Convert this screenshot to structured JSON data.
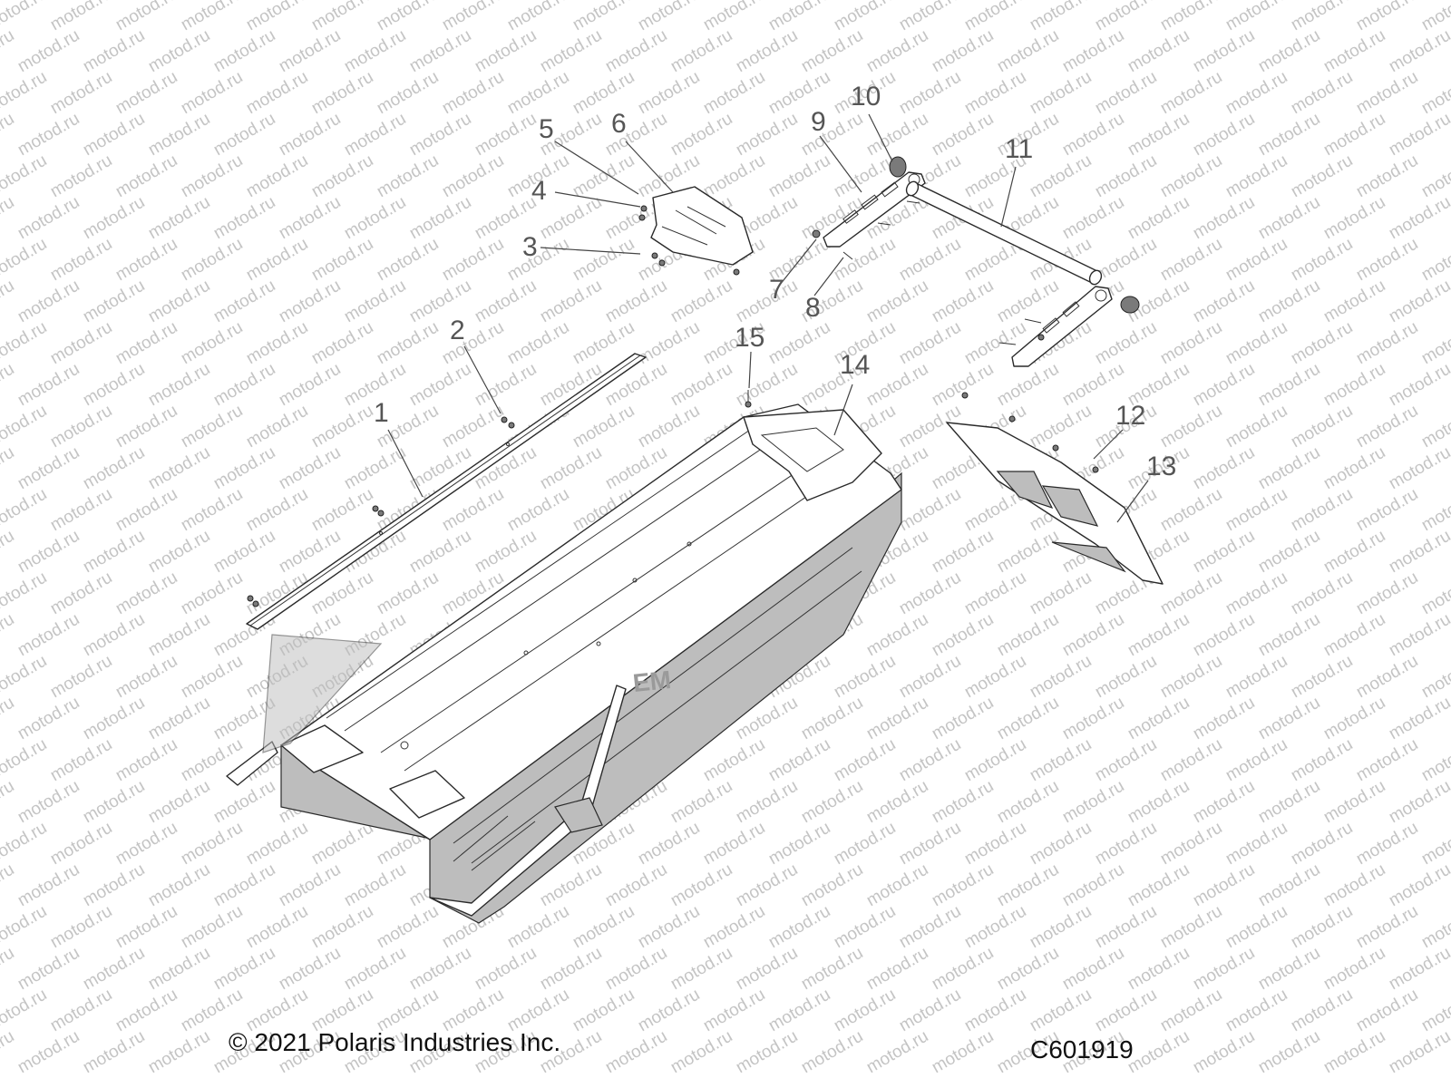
{
  "watermark": {
    "text": "motod.ru"
  },
  "diagram": {
    "callouts": [
      {
        "id": "c1",
        "label": "1"
      },
      {
        "id": "c2",
        "label": "2"
      },
      {
        "id": "c3",
        "label": "3"
      },
      {
        "id": "c4",
        "label": "4"
      },
      {
        "id": "c5",
        "label": "5"
      },
      {
        "id": "c6",
        "label": "6"
      },
      {
        "id": "c7",
        "label": "7"
      },
      {
        "id": "c8",
        "label": "8"
      },
      {
        "id": "c9",
        "label": "9"
      },
      {
        "id": "c10",
        "label": "10"
      },
      {
        "id": "c11",
        "label": "11"
      },
      {
        "id": "c12",
        "label": "12"
      },
      {
        "id": "c13",
        "label": "13"
      },
      {
        "id": "c14",
        "label": "14"
      },
      {
        "id": "c15",
        "label": "15"
      }
    ],
    "tunnel_mark": "EM"
  },
  "footer": {
    "copyright": "© 2021 Polaris Industries Inc.",
    "drawing_number": "C601919"
  }
}
